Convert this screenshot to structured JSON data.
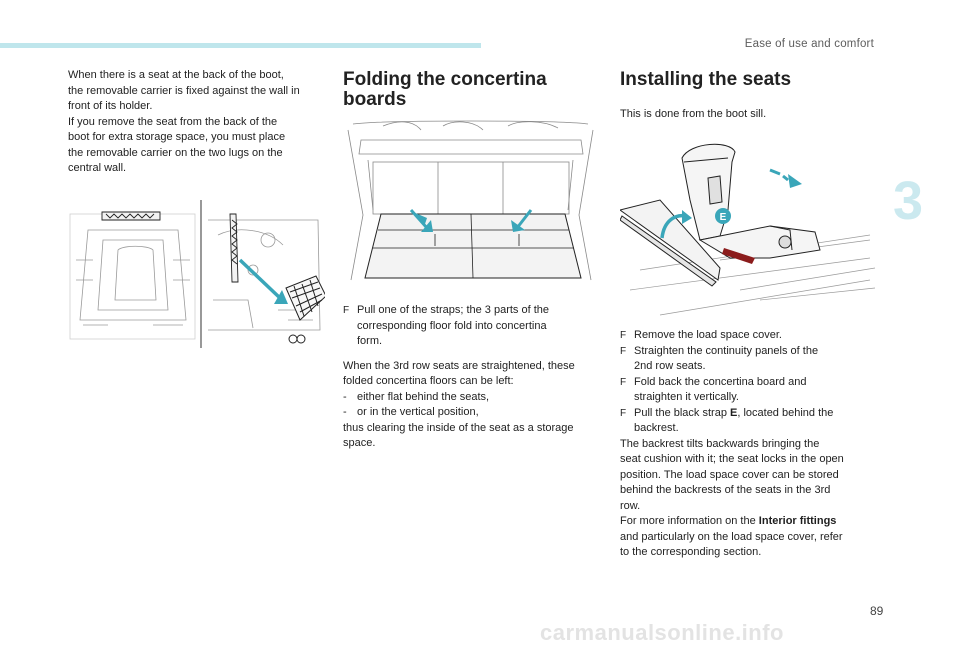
{
  "header": {
    "title": "Ease of use and comfort",
    "chapter": "3",
    "page": "89"
  },
  "col1": {
    "paragraph": [
      "When there is a seat at the back of the boot,",
      "the removable carrier is fixed against the wall in",
      "front of its holder.",
      "If you remove the seat from the back of the",
      "boot for extra storage space, you must place",
      "the removable carrier on the two lugs on the",
      "central wall."
    ]
  },
  "col2": {
    "title_line1": "Folding the concertina",
    "title_line2": "boards",
    "bullet1": [
      "Pull one of the straps; the 3 parts of the",
      "corresponding floor fold into concertina",
      "form."
    ],
    "para_lines": [
      "When the 3rd row seats are straightened, these",
      "folded concertina floors can be left:"
    ],
    "dash1": "either flat behind the seats,",
    "dash2": "or in the vertical position,",
    "para_end": [
      "thus clearing the inside of the seat as a storage",
      "space."
    ]
  },
  "col3": {
    "title": "Installing the seats",
    "intro": "This is done from the boot sill.",
    "figure_label": "E",
    "bullets": [
      [
        "Remove the load space cover."
      ],
      [
        "Straighten the continuity panels of the",
        "2nd row seats."
      ],
      [
        "Fold back the concertina board and",
        "straighten it vertically."
      ],
      [
        "Pull the black strap ",
        "E",
        ", located behind the",
        "backrest."
      ]
    ],
    "para1": [
      "The backrest tilts backwards bringing the",
      "seat cushion with it; the seat locks in the open",
      "position. The load space cover can be stored",
      "behind the backrests of the seats in the 3rd",
      "row."
    ],
    "para2_pre": "For more information on the ",
    "para2_bold": "Interior fittings",
    "para2_lines": [
      "and particularly on the load space cover, refer",
      "to the corresponding section."
    ]
  },
  "bullet_glyph": "F",
  "dash_glyph": "-",
  "watermark": "carmanualsonline.info",
  "colors": {
    "accent": "#bfe6ec",
    "arrow": "#3aa6b9",
    "chapter": "#cbe9ef"
  }
}
